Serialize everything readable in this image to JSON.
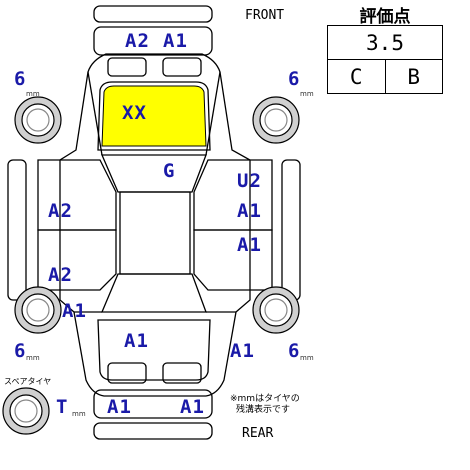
{
  "header": {
    "front": "FRONT",
    "rear": "REAR"
  },
  "score": {
    "title": "評価点",
    "overall": "3.5",
    "interior": "C",
    "exterior": "B"
  },
  "tires": {
    "front_left": "6",
    "front_right": "6",
    "rear_left": "6",
    "rear_right": "6",
    "spare": "T",
    "unit": "mm",
    "spare_label": "スペアタイヤ"
  },
  "damage": {
    "front_bumper_left": "A2",
    "front_bumper_right": "A1",
    "hood": "XX",
    "roof": "G",
    "left_front_door": "A2",
    "left_rear_door": "A2",
    "left_rear_fender": "A1",
    "right_fender_top": "U2",
    "right_front_door": "A1",
    "right_rear_door": "A1",
    "trunk": "A1",
    "right_rear_quarter": "A1",
    "rear_bumper_left": "A1",
    "rear_bumper_right": "A1"
  },
  "note": {
    "line1": "※mmはタイヤの",
    "line2": "残溝表示です"
  },
  "colors": {
    "highlight": "#ffff00",
    "label": "#1a1aa8",
    "outline": "#000000",
    "tire": "#d8d8d8"
  }
}
